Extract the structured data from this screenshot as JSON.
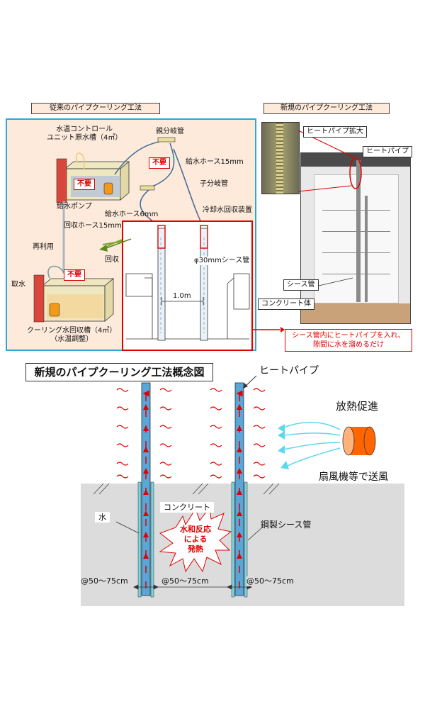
{
  "top": {
    "conventional_title": "従来のパイプクーリング工法",
    "new_title": "新規のパイプクーリング工法",
    "labels": {
      "control_tank_line1": "水温コントロール",
      "control_tank_line2": "ユニット原水槽（4㎥）",
      "main_manifold": "親分岐管",
      "unneeded": "不要",
      "supply_hose_15": "給水ホース15mm",
      "sub_manifold": "子分岐管",
      "supply_pump": "給水ポンプ",
      "supply_hose_6": "給水ホース6mm",
      "cooling_recovery_device": "冷却水回収装置",
      "return_hose_15": "回収ホース15mm",
      "reuse": "再利用",
      "recover": "回収",
      "sheath_30": "φ30mmシース管",
      "intake": "取水",
      "spacing_1m": "1.0m",
      "recovery_tank_line1": "クーリング水回収槽（4㎥）",
      "recovery_tank_line2": "（水温調整）"
    },
    "photo_labels": {
      "heatpipe_zoom": "ヒートパイプ拡大",
      "heatpipe": "ヒートパイプ",
      "sheath_pipe": "シース管",
      "concrete_body": "コンクリート体"
    },
    "note_line1": "シース管内にヒートパイプを入れ、",
    "note_line2": "隙間に水を溜めるだけ"
  },
  "bottom": {
    "title": "新規のパイプクーリング工法概念図",
    "heatpipe": "ヒートパイプ",
    "heat_release": "放熱促進",
    "fan_caption": "扇風機等で送風",
    "water": "水",
    "concrete": "コンクリート",
    "steel_sheath": "鋼製シース管",
    "hydration_line1": "水和反応",
    "hydration_line2": "による",
    "hydration_line3": "発熱",
    "spacing_left": "@50～75cm",
    "spacing_mid": "@50～75cm",
    "spacing_right": "@50～75cm"
  },
  "colors": {
    "panel_bg": "#fdeadb",
    "panel_border": "#2aa8d8",
    "red": "#e00000",
    "tank": "#efe7c0",
    "concrete_gray": "#dcdcdc",
    "pipe_blue": "#5aa6d6",
    "fan_orange": "#ff6600",
    "wind_cyan": "#5ed8ee"
  }
}
